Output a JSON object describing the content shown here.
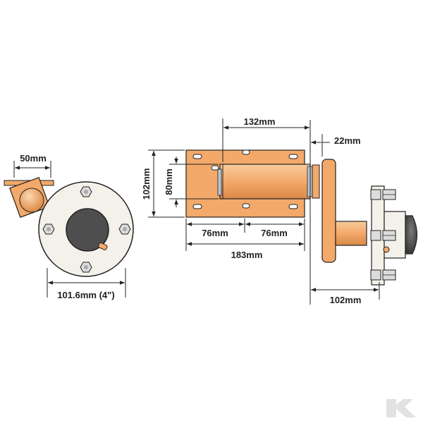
{
  "colors": {
    "orange": "#f3a96a",
    "orange_dark": "#c77a3b",
    "orange_light": "#f8cc9c",
    "hub_fill": "#f4f1ea",
    "metal_dark": "#4e4e4e",
    "line": "#222222",
    "logo": "#e2e2e2"
  },
  "dimensions": {
    "d50": "50mm",
    "d101": "101.6mm (4\")",
    "d132": "132mm",
    "d22": "22mm",
    "d102v": "102mm",
    "d80": "80mm",
    "d76a": "76mm",
    "d76b": "76mm",
    "d183": "183mm",
    "d102h": "102mm"
  },
  "logo": {
    "letter": "K"
  }
}
